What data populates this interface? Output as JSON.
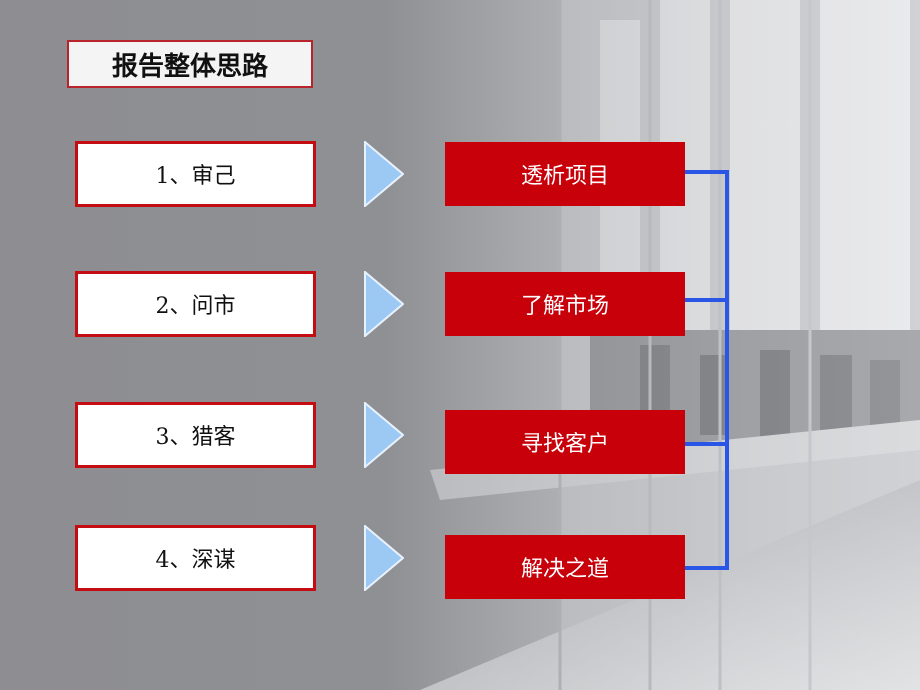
{
  "title": "报告整体思路",
  "steps": [
    {
      "label": "1、审己"
    },
    {
      "label": "2、问市"
    },
    {
      "label": "3、猎客"
    },
    {
      "label": "4、深谋"
    }
  ],
  "goals": [
    {
      "label": "透析项目"
    },
    {
      "label": "了解市场"
    },
    {
      "label": "寻找客户"
    },
    {
      "label": "解决之道"
    }
  ],
  "colors": {
    "accent_red": "#c8000a",
    "connector_blue": "#2a56e8",
    "arrow_blue": "#9cc8f4",
    "background_gray": "#8f8f93"
  }
}
